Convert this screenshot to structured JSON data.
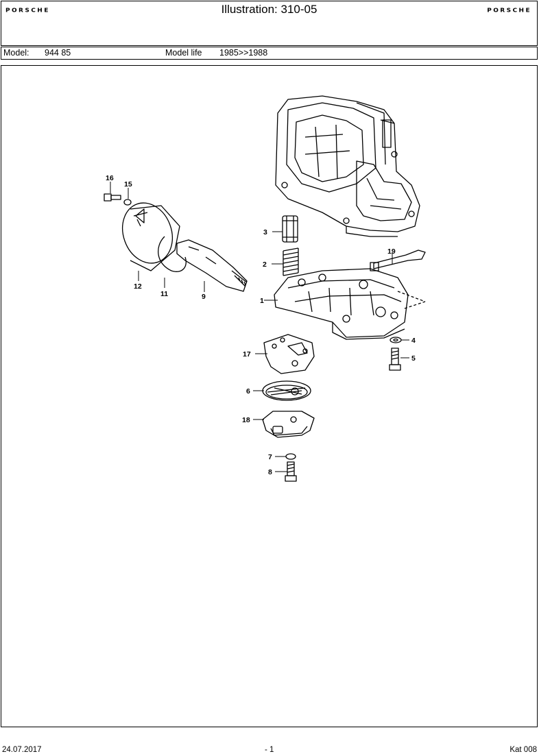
{
  "header": {
    "brand_left": "PORSCHE",
    "brand_right": "PORSCHE",
    "title": "Illustration: 310-05"
  },
  "model_bar": {
    "model_label": "Model:",
    "model_value": "944 85",
    "life_label": "Model life",
    "life_value": "1985>>1988"
  },
  "diagram": {
    "callouts": [
      "1",
      "2",
      "3",
      "4",
      "5",
      "6",
      "7",
      "8",
      "9",
      "11",
      "12",
      "15",
      "16",
      "17",
      "18",
      "19"
    ]
  },
  "footer": {
    "date": "24.07.2017",
    "page": "- 1",
    "catalog": "Kat 008"
  }
}
